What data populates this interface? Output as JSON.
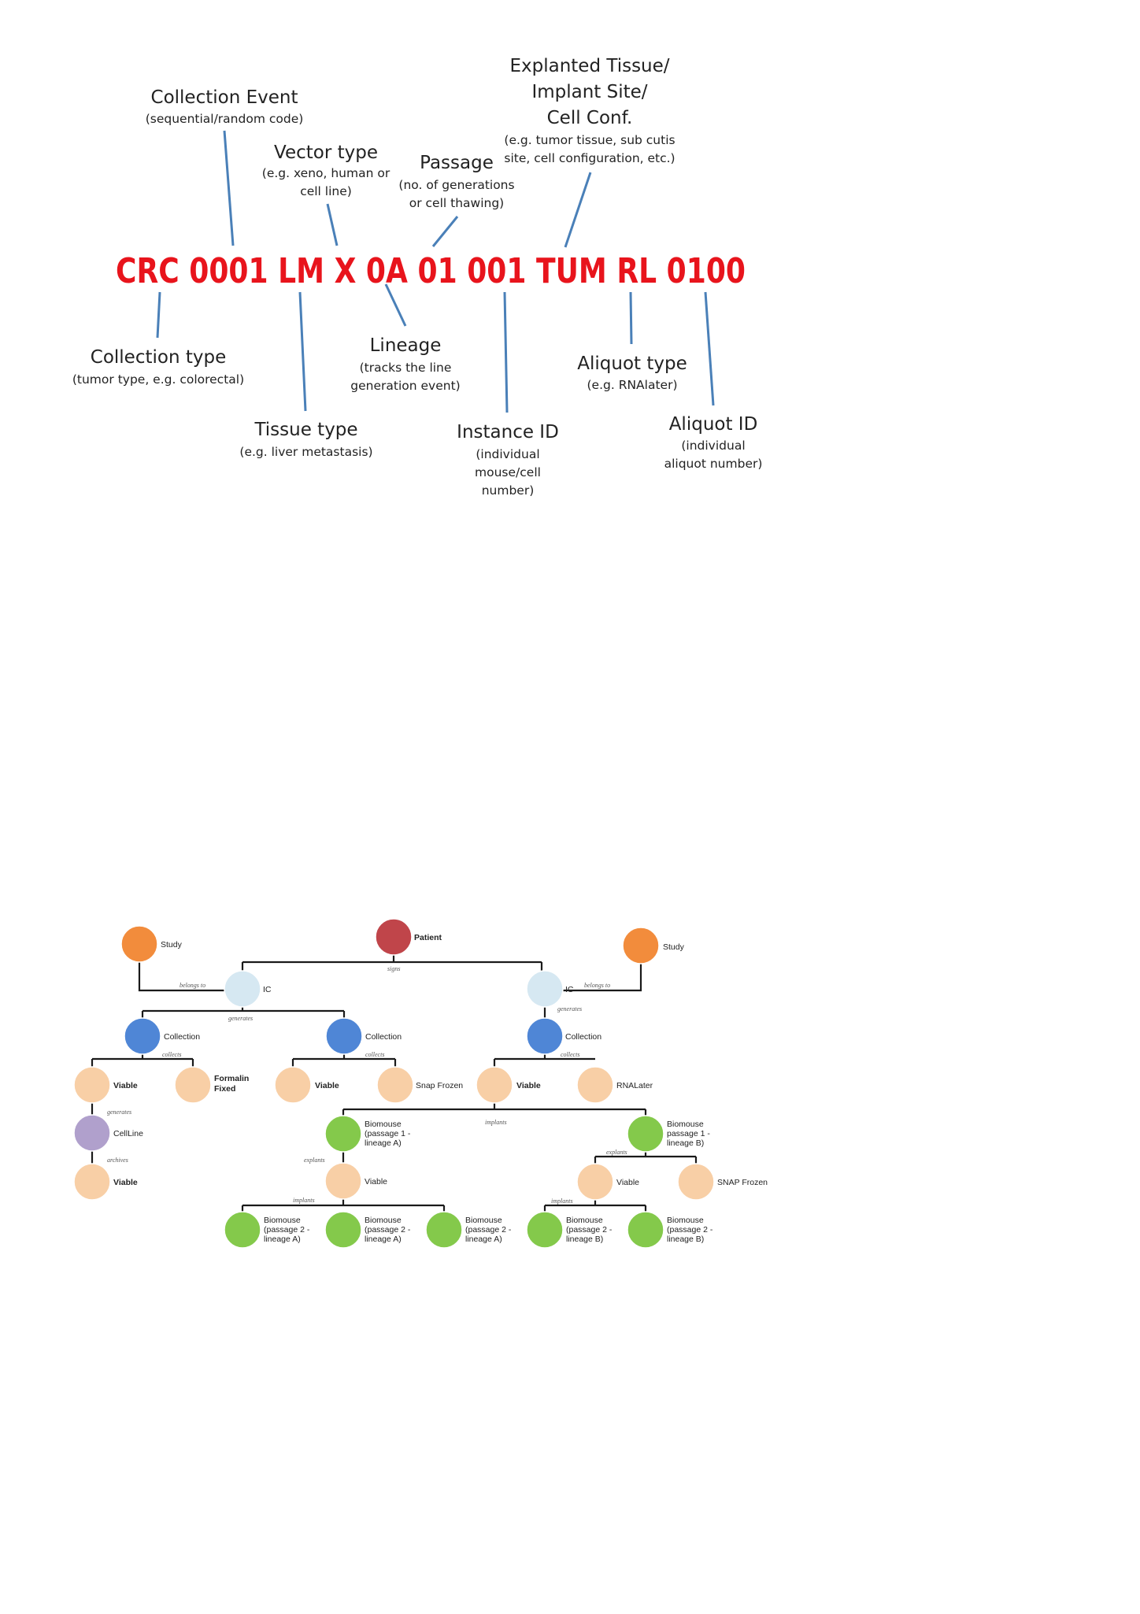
{
  "code_diagram": {
    "code_string": "CRC 0001 LM X 0A 01 001 TUM RL 0100",
    "line_color": "#4a80b8",
    "code_color": "#e8141c",
    "labels": {
      "collection_event": {
        "title": "Collection Event",
        "desc": [
          "(sequential/random code)"
        ]
      },
      "vector_type": {
        "title": "Vector type",
        "desc": [
          "(e.g. xeno, human or",
          "cell line)"
        ]
      },
      "passage": {
        "title": "Passage",
        "desc": [
          "(no. of generations",
          "or cell thawing)"
        ]
      },
      "explanted": {
        "title": [
          "Explanted Tissue/",
          "Implant Site/",
          "Cell Conf."
        ],
        "desc": [
          "(e.g. tumor tissue, sub cutis",
          "site, cell configuration, etc.)"
        ]
      },
      "collection_type": {
        "title": "Collection type",
        "desc": [
          "(tumor type, e.g. colorectal)"
        ]
      },
      "tissue_type": {
        "title": "Tissue type",
        "desc": [
          "(e.g. liver metastasis)"
        ]
      },
      "lineage": {
        "title": "Lineage",
        "desc": [
          "(tracks the line",
          "generation event)"
        ]
      },
      "instance_id": {
        "title": "Instance ID",
        "desc": [
          "(individual",
          "mouse/cell",
          "number)"
        ]
      },
      "aliquot_type": {
        "title": "Aliquot type",
        "desc": [
          "(e.g. RNAlater)"
        ]
      },
      "aliquot_id": {
        "title": "Aliquot ID",
        "desc": [
          "(individual",
          "aliquot number)"
        ]
      }
    }
  },
  "tree_diagram": {
    "colors": {
      "study": "#f28c3c",
      "patient": "#c0454a",
      "ic": "#d6e8f2",
      "collection": "#4f86d6",
      "aliquot": "#f8cfa6",
      "cellline": "#b0a0cc",
      "biomouse": "#84c94b",
      "line": "#1a1a1a"
    },
    "nodes": {
      "study_left": "Study",
      "patient": "Patient",
      "study_right": "Study",
      "ic_left": "IC",
      "ic_right": "IC",
      "coll_1": "Collection",
      "coll_2": "Collection",
      "coll_3": "Collection",
      "viable_1": "Viable",
      "formalin": [
        "Formalin",
        "Fixed"
      ],
      "viable_2": "Viable",
      "snap_1": "Snap Frozen",
      "viable_3": "Viable",
      "rnalater": "RNALater",
      "cellline": "CellLine",
      "viable_4": "Viable",
      "biomouse_p1a": [
        "Biomouse",
        "(passage 1 -",
        "lineage A)"
      ],
      "biomouse_p1b": [
        "Biomouse",
        "passage 1 -",
        "lineage B)"
      ],
      "viable_5": "Viable",
      "viable_6": "Viable",
      "snap_2": "SNAP Frozen",
      "biomouse_p2a_1": [
        "Biomouse",
        "(passage 2 -",
        "lineage A)"
      ],
      "biomouse_p2a_2": [
        "Biomouse",
        "(passage 2 -",
        "lineage A)"
      ],
      "biomouse_p2a_3": [
        "Biomouse",
        "(passage 2 -",
        "lineage A)"
      ],
      "biomouse_p2b_1": [
        "Biomouse",
        "(passage 2 -",
        "lineage B)"
      ],
      "biomouse_p2b_2": [
        "Biomouse",
        "(passage 2 -",
        "lineage B)"
      ]
    },
    "edges": {
      "signs": "signs",
      "belongs_to_left": "belongs to",
      "belongs_to_right": "belongs to",
      "generates_1": "generates",
      "generates_2": "generates",
      "collects_1": "collects",
      "collects_2": "collects",
      "collects_3": "collects",
      "generates_3": "generates",
      "archives": "archives",
      "implants_1": "implants",
      "explants_1": "explants",
      "explants_2": "explants",
      "implants_2": "implants",
      "implants_3": "implants"
    }
  }
}
